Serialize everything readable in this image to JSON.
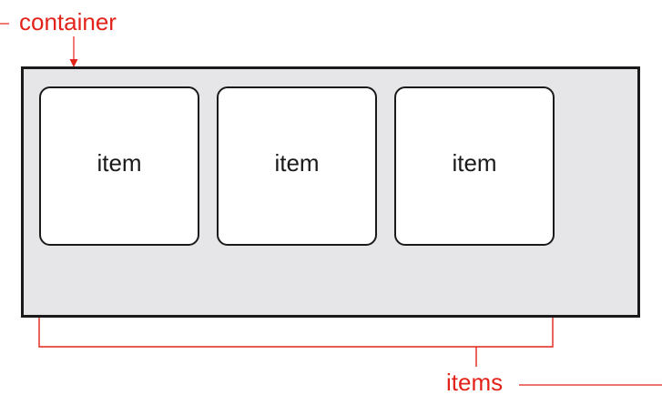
{
  "diagram": {
    "container_label": "container",
    "items_label": "items",
    "items": [
      {
        "label": "item"
      },
      {
        "label": "item"
      },
      {
        "label": "item"
      }
    ]
  },
  "colors": {
    "annotation": "#e2231a",
    "container_fill": "#e6e6e8",
    "outline": "#1a1a1a",
    "item_fill": "#ffffff"
  }
}
